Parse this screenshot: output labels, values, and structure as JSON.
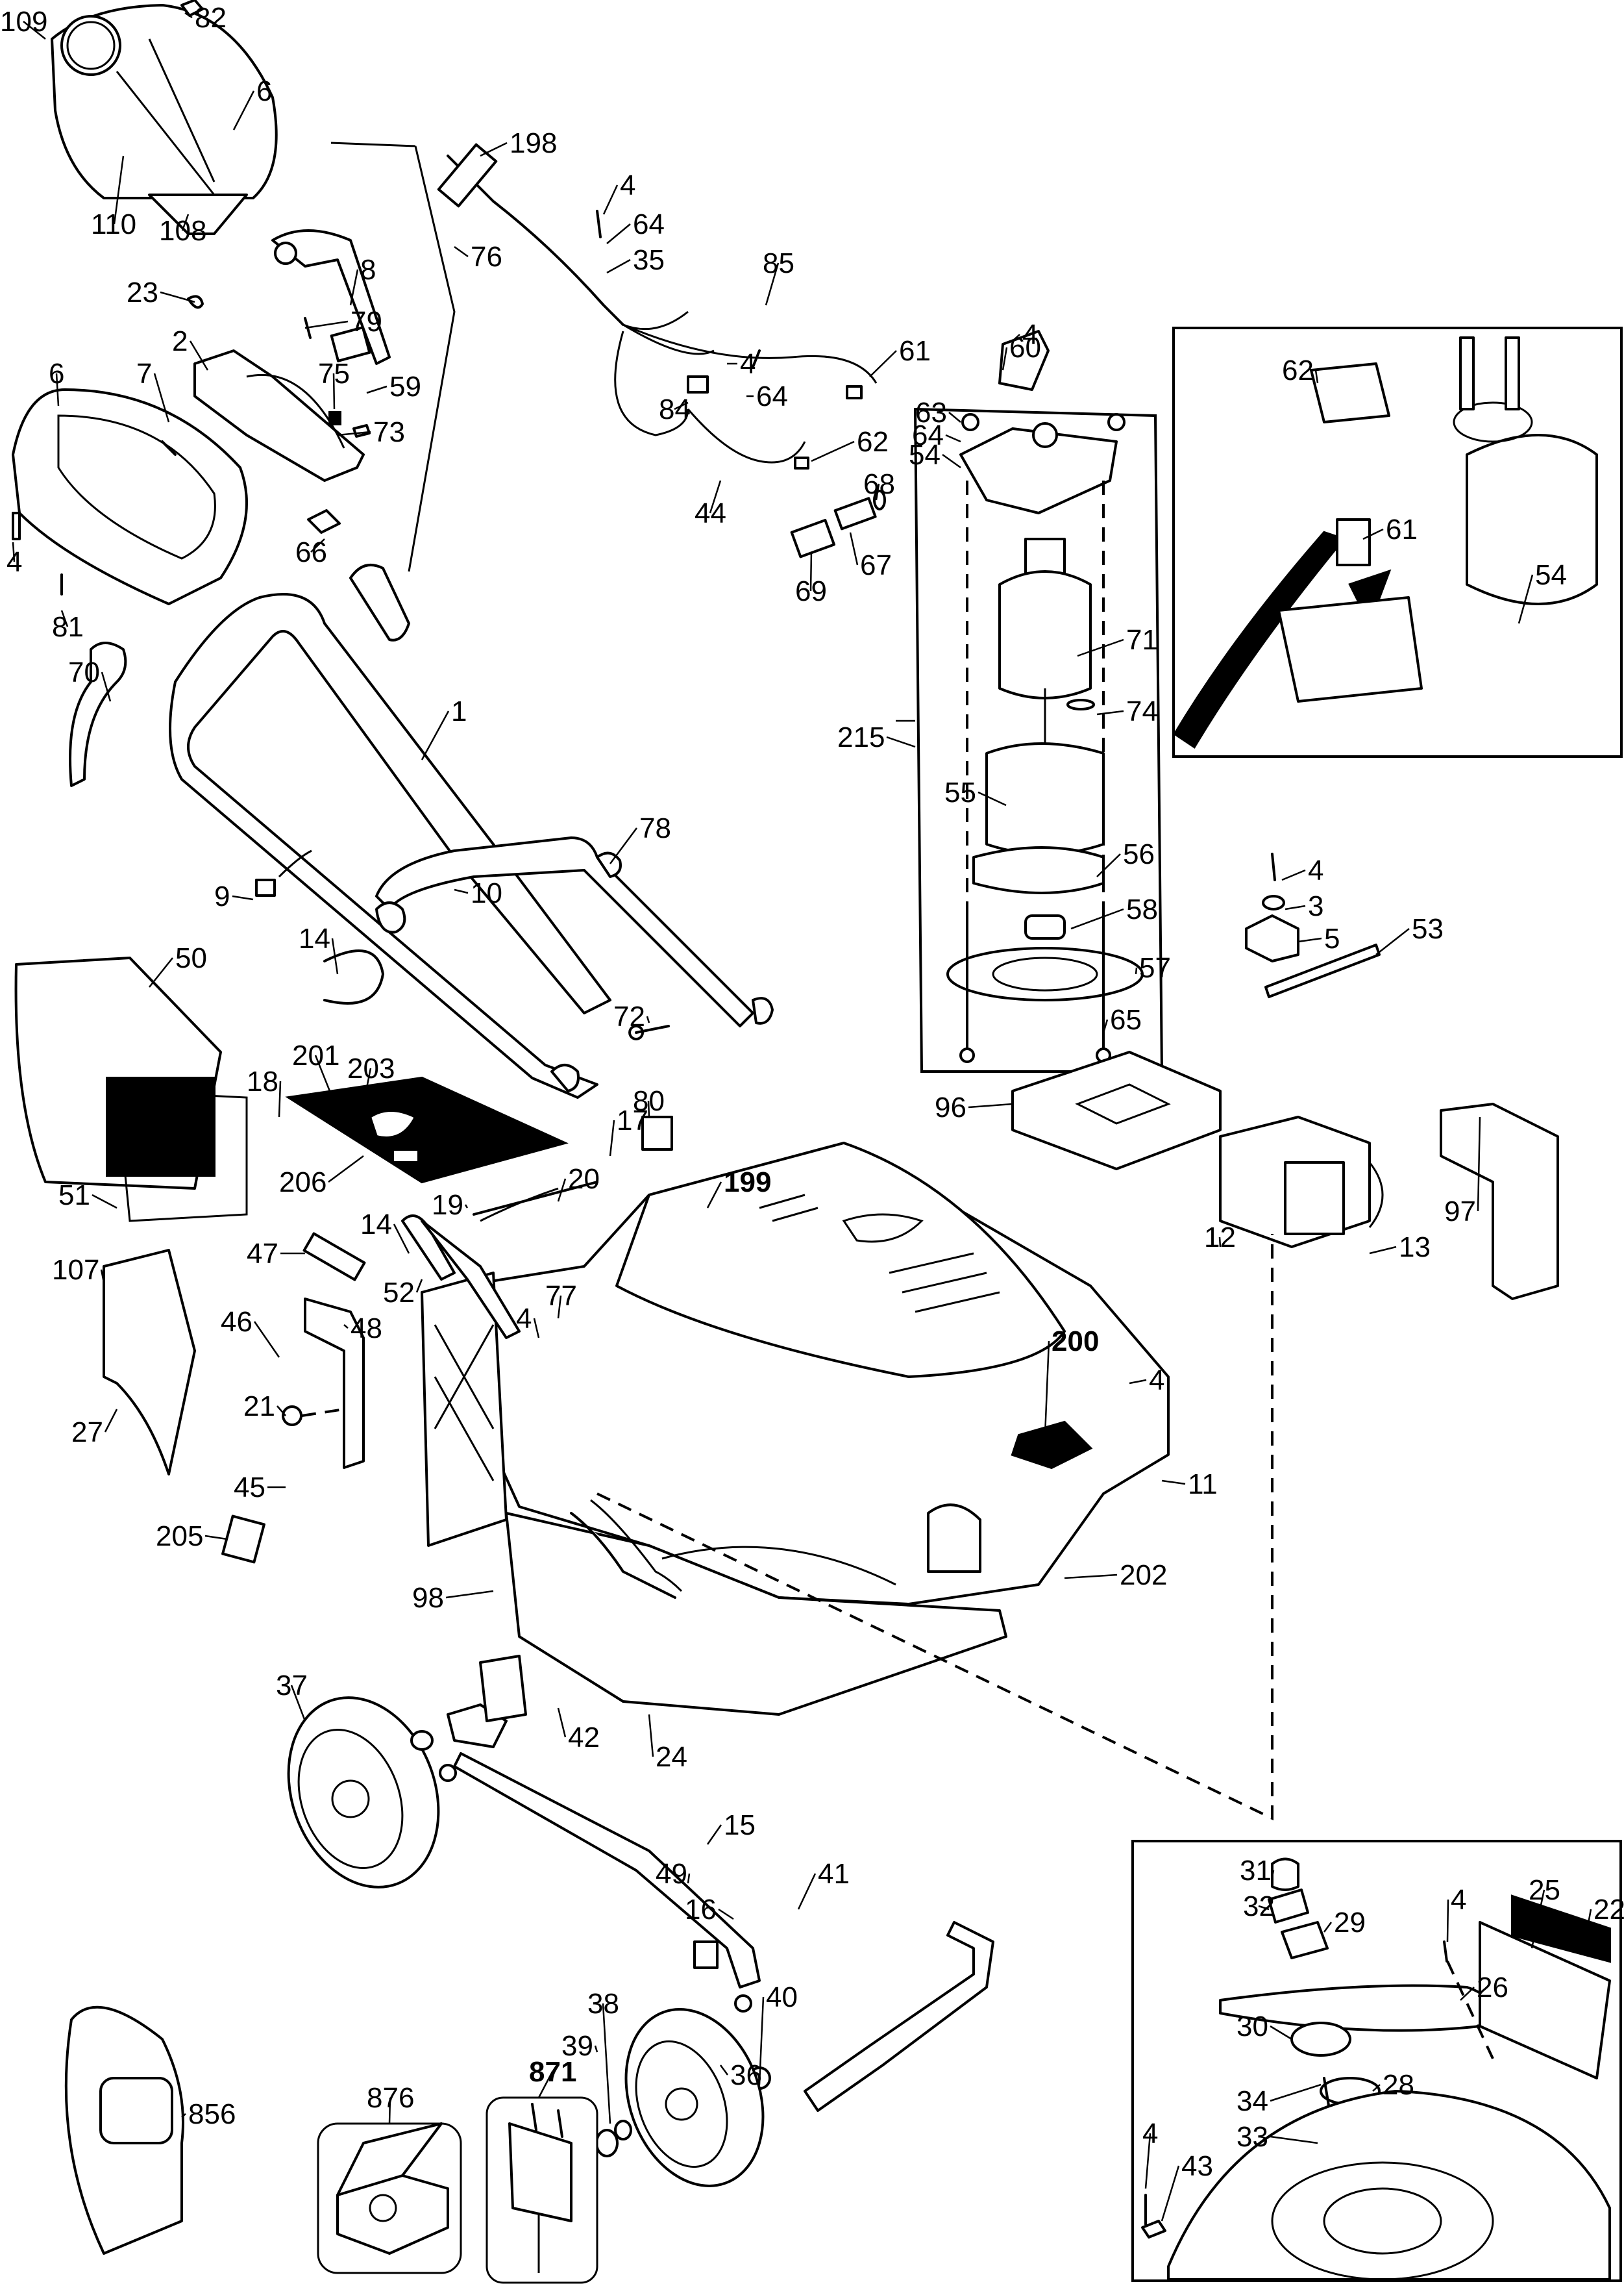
{
  "diagram": {
    "type": "exploded-parts-diagram",
    "subject": "electric lawn mower",
    "ink_color": "#000000",
    "background_color": "#ffffff"
  },
  "callouts": {
    "c109": "109",
    "c82": "82",
    "c6a": "6",
    "c110": "110",
    "c108": "108",
    "c8": "8",
    "c23": "23",
    "c79": "79",
    "c2": "2",
    "c7": "7",
    "c6b": "6",
    "c75": "75",
    "c59": "59",
    "c73": "73",
    "c4a": "4",
    "c81": "81",
    "c66": "66",
    "c70": "70",
    "c1": "1",
    "c9": "9",
    "c10": "10",
    "c78": "78",
    "c14a": "14",
    "c72": "72",
    "c198": "198",
    "c76": "76",
    "c4b": "4",
    "c64a": "64",
    "c35": "35",
    "c85": "85",
    "c4c": "4",
    "c64b": "64",
    "c84": "84",
    "c61a": "61",
    "c62a": "62",
    "c44": "44",
    "c68": "68",
    "c67": "67",
    "c69": "69",
    "c4d": "4",
    "c60": "60",
    "c63": "63",
    "c64c": "64",
    "c54a": "54",
    "c71": "71",
    "c74": "74",
    "c215": "215",
    "c55": "55",
    "c56": "56",
    "c58": "58",
    "c57": "57",
    "c65": "65",
    "c62b": "62",
    "c61b": "61",
    "c54b": "54",
    "c4e": "4",
    "c3": "3",
    "c5": "5",
    "c53": "53",
    "c50": "50",
    "c51": "51",
    "c18": "18",
    "c201": "201",
    "c203": "203",
    "c206": "206",
    "c80": "80",
    "c17": "17",
    "c199": "199",
    "c96": "96",
    "c97": "97",
    "c12": "12",
    "c13": "13",
    "c19": "19",
    "c20": "20",
    "c14b": "14",
    "c47": "47",
    "c52": "52",
    "c48": "48",
    "c46": "46",
    "c21": "21",
    "c45": "45",
    "c107": "107",
    "c27": "27",
    "c205": "205",
    "c77": "77",
    "c4f": "4",
    "c200": "200",
    "c4g": "4",
    "c11": "11",
    "c202": "202",
    "c98": "98",
    "c37": "37",
    "c42": "42",
    "c24": "24",
    "c15": "15",
    "c49": "49",
    "c16": "16",
    "c41": "41",
    "c40": "40",
    "c38": "38",
    "c39": "39",
    "c36": "36",
    "c856": "856",
    "c876": "876",
    "c871": "871",
    "c31": "31",
    "c32": "32",
    "c29": "29",
    "c4h": "4",
    "c25": "25",
    "c22": "22",
    "c26": "26",
    "c30": "30",
    "c28": "28",
    "c34": "34",
    "c33": "33",
    "c4i": "4",
    "c43": "43"
  },
  "bold_callouts": [
    "c199",
    "c200",
    "c871"
  ],
  "insets": {
    "brush_holder_detail": {
      "callouts": [
        "62",
        "61",
        "54"
      ]
    },
    "blade_assembly_detail": {
      "callouts": [
        "31",
        "32",
        "29",
        "4",
        "25",
        "22",
        "26",
        "30",
        "28",
        "34",
        "33",
        "4",
        "43"
      ]
    },
    "motor_assembly_group": {
      "group_callout": "215"
    }
  },
  "accessories": [
    {
      "callout": "856",
      "name": "grass catcher bag"
    },
    {
      "callout": "876",
      "name": "parts kit box"
    },
    {
      "callout": "871",
      "name": "charger"
    }
  ]
}
